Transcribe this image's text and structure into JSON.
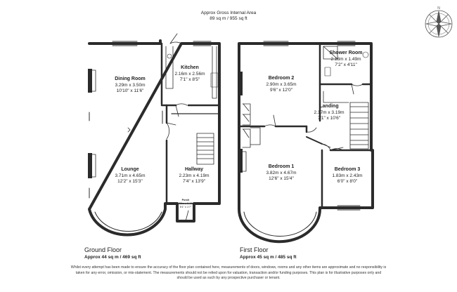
{
  "header": {
    "line1": "Approx Gross Internal Area",
    "line2": "89 sq m / 955 sq ft"
  },
  "compass": {
    "north_label": "N"
  },
  "ground_floor": {
    "title": "Ground Floor",
    "area": "Approx 44 sq m / 469 sq ft",
    "rooms": {
      "dining": {
        "name": "Dining Room",
        "dim_m": "3.29m x 3.50m",
        "dim_ft": "10'10\" x 11'6\""
      },
      "kitchen": {
        "name": "Kitchen",
        "dim_m": "2.16m x 2.56m",
        "dim_ft": "7'1\" x 8'5\""
      },
      "lounge": {
        "name": "Lounge",
        "dim_m": "3.71m x 4.65m",
        "dim_ft": "12'2\" x 15'3\""
      },
      "hallway": {
        "name": "Hallway",
        "dim_m": "2.23m x 4.19m",
        "dim_ft": "7'4\" x 13'9\""
      },
      "porch": {
        "name": "Porch",
        "dim_m": "1.55m x 0.48m",
        "dim_ft": "5'1\" x 1'7\""
      }
    }
  },
  "first_floor": {
    "title": "First Floor",
    "area": "Approx 45 sq m / 485 sq ft",
    "rooms": {
      "bedroom2": {
        "name": "Bedroom 2",
        "dim_m": "2.90m x 3.65m",
        "dim_ft": "9'6\" x 12'0\""
      },
      "shower": {
        "name": "Shower Room",
        "dim_m": "2.18m x 1.49m",
        "dim_ft": "7'2\" x 4'11\""
      },
      "landing": {
        "name": "Landing",
        "dim_m": "2.17m x 3.19m",
        "dim_ft": "7'1\" x 10'6\""
      },
      "bedroom1": {
        "name": "Bedroom 1",
        "dim_m": "3.82m x 4.67m",
        "dim_ft": "12'6\" x 15'4\""
      },
      "bedroom3": {
        "name": "Bedroom 3",
        "dim_m": "1.83m x 2.43m",
        "dim_ft": "6'0\" x 8'0\""
      }
    }
  },
  "disclaimer": "Whilst every attempt has been made to ensure the accuracy of the floor plan contained here, measurements of doors, windows, rooms and any other items are approximate and no responsibility is taken for any error, omission, or mis-statement. The measurements should not be relied upon for valuation, transaction and/or funding purposes. This plan is for illustrative purposes only and should be used as such by any prospective purchaser or tenant.",
  "colors": {
    "wall": "#2b2b2b",
    "fill": "#ffffff",
    "text": "#222222"
  }
}
